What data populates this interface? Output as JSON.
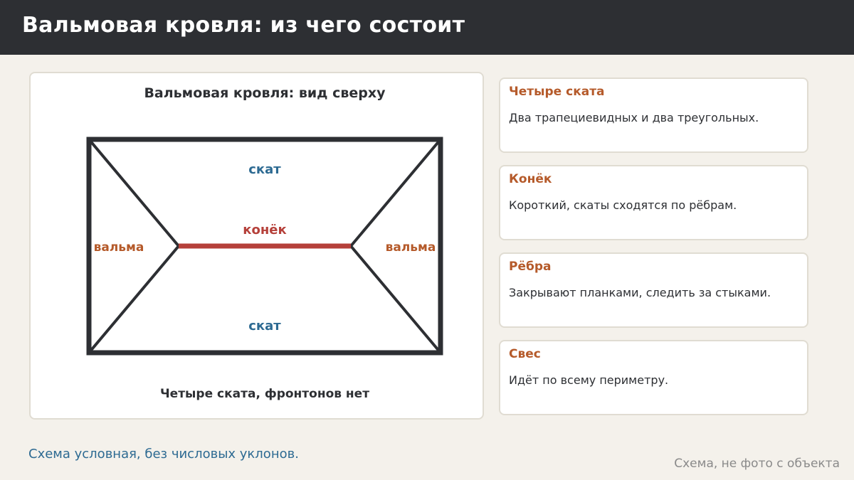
{
  "header": {
    "title": "Вальмовая кровля: из чего состоит"
  },
  "diagram": {
    "title": "Вальмовая кровля: вид сверху",
    "caption": "Четыре ската, фронтонов нет",
    "labels": {
      "slope_top": "скат",
      "slope_bottom": "скат",
      "ridge": "конёк",
      "hip_left": "вальма",
      "hip_right": "вальма"
    },
    "colors": {
      "outline": "#2d2f33",
      "ridge": "#b5403a",
      "slope_text": "#2d6a92",
      "hip_text": "#b55a2a"
    }
  },
  "cards": [
    {
      "title": "Четыре ската",
      "text": "Два трапециевидных и два треугольных."
    },
    {
      "title": "Конёк",
      "text": "Короткий, скаты сходятся по рёбрам."
    },
    {
      "title": "Рёбра",
      "text": "Закрывают планками, следить за стыками."
    },
    {
      "title": "Свес",
      "text": "Идёт по всему периметру."
    }
  ],
  "footer": {
    "note": "Схема условная, без числовых уклонов.",
    "watermark": "Схема, не фото с объекта"
  }
}
